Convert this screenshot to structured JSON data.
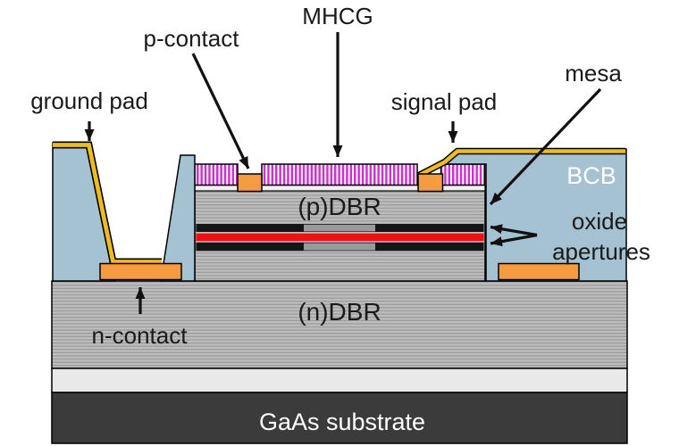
{
  "annotations": {
    "ground_pad": "ground pad",
    "p_contact": "p-contact",
    "mhcg": "MHCG",
    "signal_pad": "signal pad",
    "mesa": "mesa",
    "oxide_apertures_line1": "oxide",
    "oxide_apertures_line2": "apertures",
    "n_contact": "n-contact"
  },
  "layer_labels": {
    "bcb": "BCB",
    "p_dbr": "(p)DBR",
    "n_dbr": "(n)DBR",
    "substrate": "GaAs substrate"
  },
  "colors": {
    "background": "#ffffff",
    "bcb": "#a5c2d2",
    "gold": "#efbc1f",
    "orange": "#f59b40",
    "grating_magenta": "#cc33cc",
    "grating_white": "#ffffff",
    "oxide_black": "#151515",
    "aperture_center_gray": "#9a9a9a",
    "active_red": "#ee1111",
    "dbr_light": "#bdbdbd",
    "dbr_dark": "#9c9c9c",
    "cap_white": "#f0f0f0",
    "buffer_light": "#e9e9e9",
    "substrate_dark": "#3b3b3b",
    "label_text": "#1a1a1a",
    "light_text": "#ffffff"
  }
}
